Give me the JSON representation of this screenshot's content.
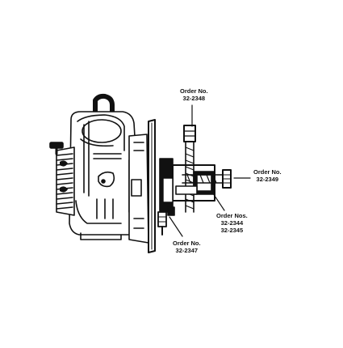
{
  "colors": {
    "ink": "#111111",
    "paper": "#ffffff"
  },
  "callouts": [
    {
      "id": "top-bolt",
      "lines": [
        "Order No.",
        "32-2348"
      ]
    },
    {
      "id": "side-screw",
      "lines": [
        "Order No.",
        "32-2349"
      ]
    },
    {
      "id": "plates",
      "lines": [
        "Order Nos.",
        "32-2344",
        "32-2345"
      ]
    },
    {
      "id": "bottom-bolt",
      "lines": [
        "Order No.",
        "32-2347"
      ]
    }
  ]
}
